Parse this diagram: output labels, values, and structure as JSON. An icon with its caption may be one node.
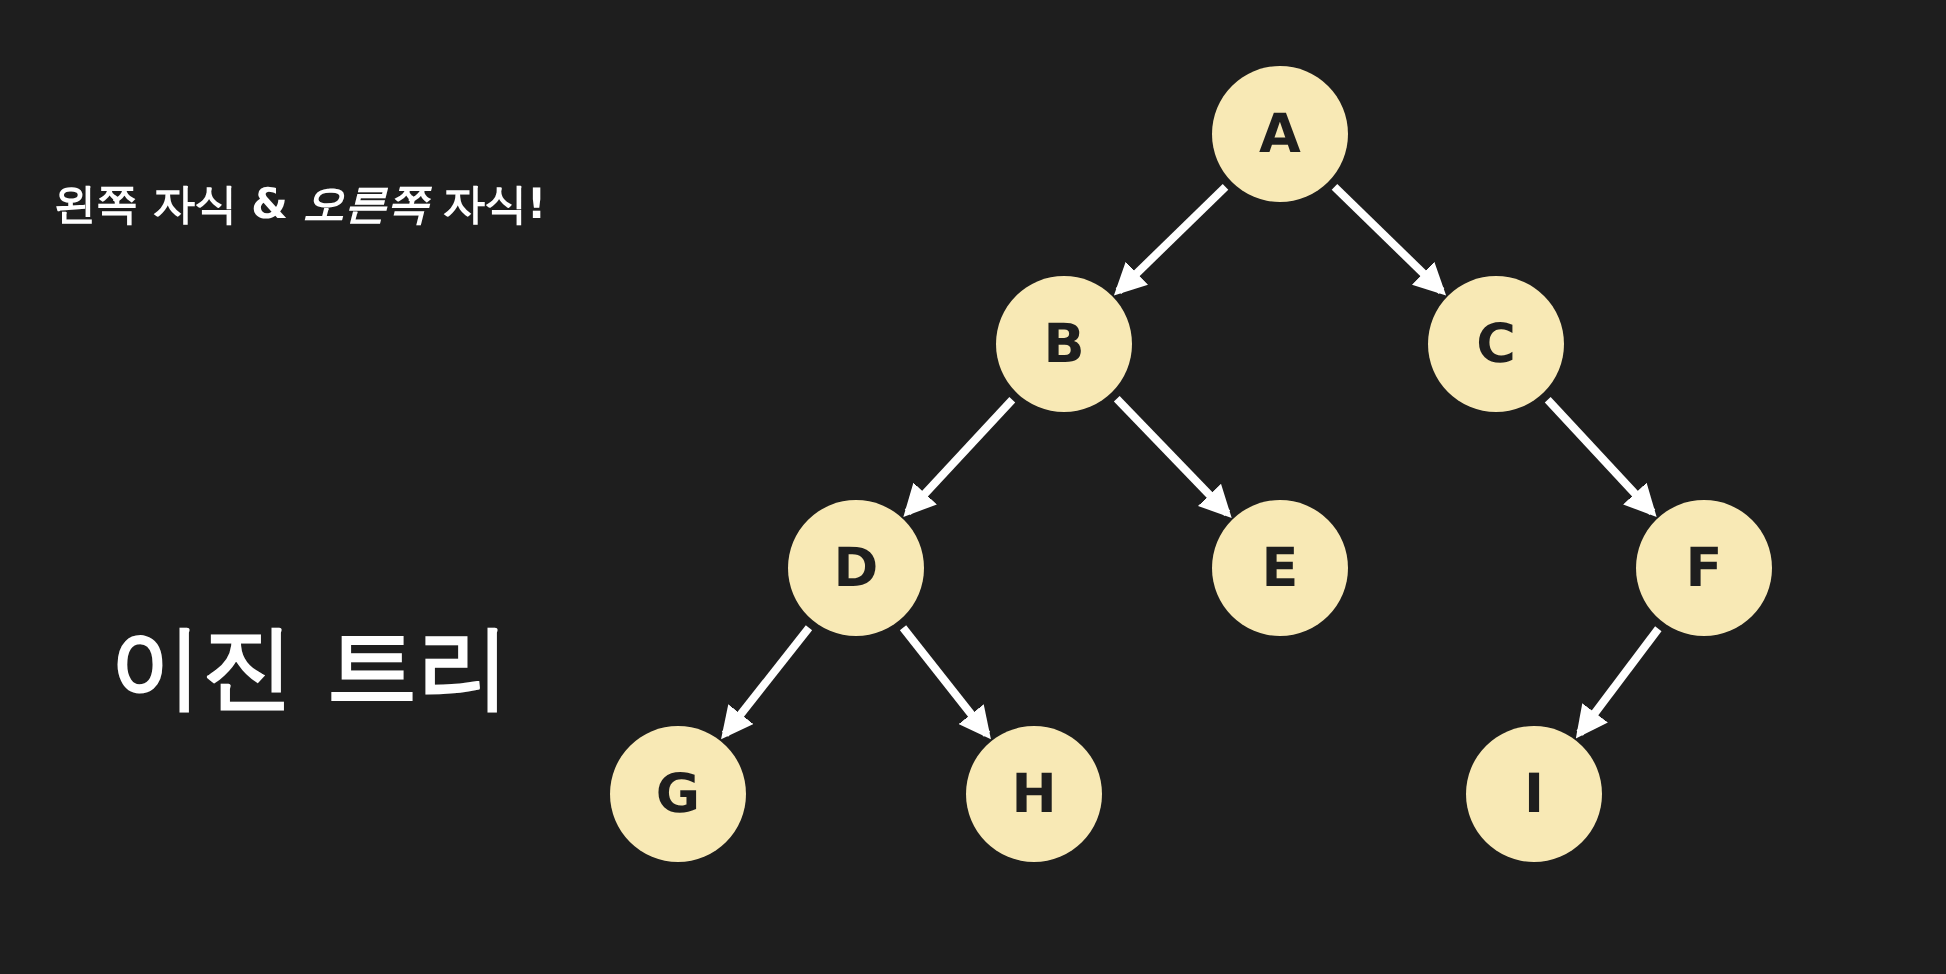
{
  "diagram": {
    "title": "이진 트리",
    "nodes": [
      {
        "text": [
          "A"
        ]
      },
      {
        "text": [
          "B"
        ]
      },
      {
        "text": [
          "C"
        ]
      },
      {
        "text": [
          "D"
        ]
      },
      {
        "text": [
          "E"
        ]
      },
      {
        "text": [
          "F"
        ]
      },
      {
        "text": [
          "G"
        ]
      },
      {
        "text": [
          "H"
        ]
      },
      {
        "text": [
          "I"
        ]
      }
    ],
    "edges": [
      {
        "from": 0,
        "to": 1,
        "arrow": "to"
      },
      {
        "from": 0,
        "to": 2,
        "arrow": "to"
      },
      {
        "from": 1,
        "to": 3,
        "arrow": "to"
      },
      {
        "from": 1,
        "to": 4,
        "arrow": "to"
      },
      {
        "from": 2,
        "to": 5,
        "arrow": "to"
      },
      {
        "from": 3,
        "to": 6,
        "arrow": "to"
      },
      {
        "from": 3,
        "to": 7,
        "arrow": "to"
      },
      {
        "from": 5,
        "to": 8,
        "arrow": "to"
      }
    ],
    "labels": [
      "**왼쪽** 자식 & *오른쪽* 자식!"
    ]
  }
}
